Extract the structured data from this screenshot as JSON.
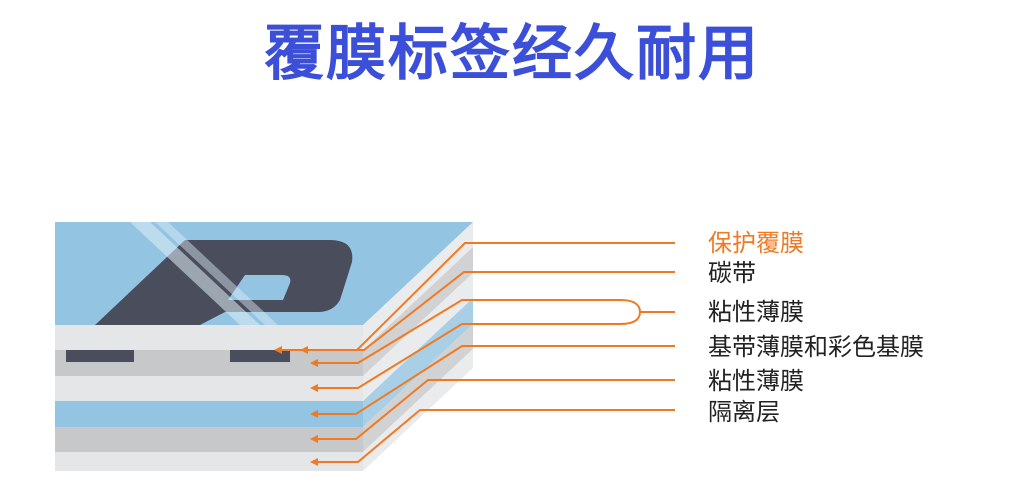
{
  "title": "覆膜标签经久耐用",
  "colors": {
    "title": "#3b4fd8",
    "accent": "#f07a22",
    "label": "#222222",
    "top_blue": "#93c5e3",
    "side_blue": "#a9cfe6",
    "white_layer": "#e5e6e7",
    "gray_layer": "#c7c8c9",
    "side_light": "#eaebec",
    "side_gray": "#d1d2d3",
    "ink": "#4a4e5c",
    "glare": "#dfeef8"
  },
  "layers": [
    {
      "label": "保护覆膜",
      "highlight": true
    },
    {
      "label": "碳带",
      "highlight": false
    },
    {
      "label": "粘性薄膜",
      "highlight": false
    },
    {
      "label": "基带薄膜和彩色基膜",
      "highlight": false
    },
    {
      "label": "粘性薄膜",
      "highlight": false
    },
    {
      "label": "隔离层",
      "highlight": false
    }
  ]
}
